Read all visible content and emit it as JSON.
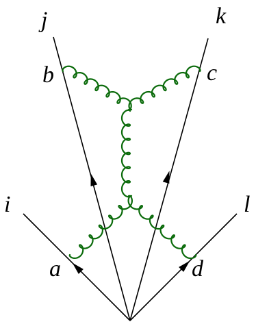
{
  "diagram": {
    "labels": {
      "i": "i",
      "j": "j",
      "k": "k",
      "l": "l",
      "a": "a",
      "b": "b",
      "c": "c",
      "d": "d"
    },
    "colors": {
      "quark_line": "#000000",
      "gluon": "#0b6b0b",
      "background": "#ffffff"
    }
  }
}
